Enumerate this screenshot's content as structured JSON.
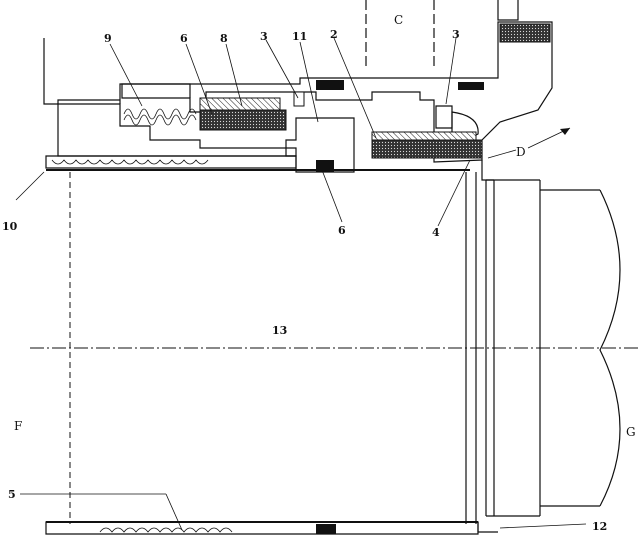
{
  "labels": {
    "l9": "9",
    "l6a": "6",
    "l8": "8",
    "l3a": "3",
    "l11": "11",
    "l2": "2",
    "lC": "C",
    "l3b": "3",
    "lD": "D",
    "l10": "10",
    "l6b": "6",
    "l4": "4",
    "l13": "13",
    "lF": "F",
    "lG": "G",
    "l5": "5",
    "l12": "12"
  }
}
